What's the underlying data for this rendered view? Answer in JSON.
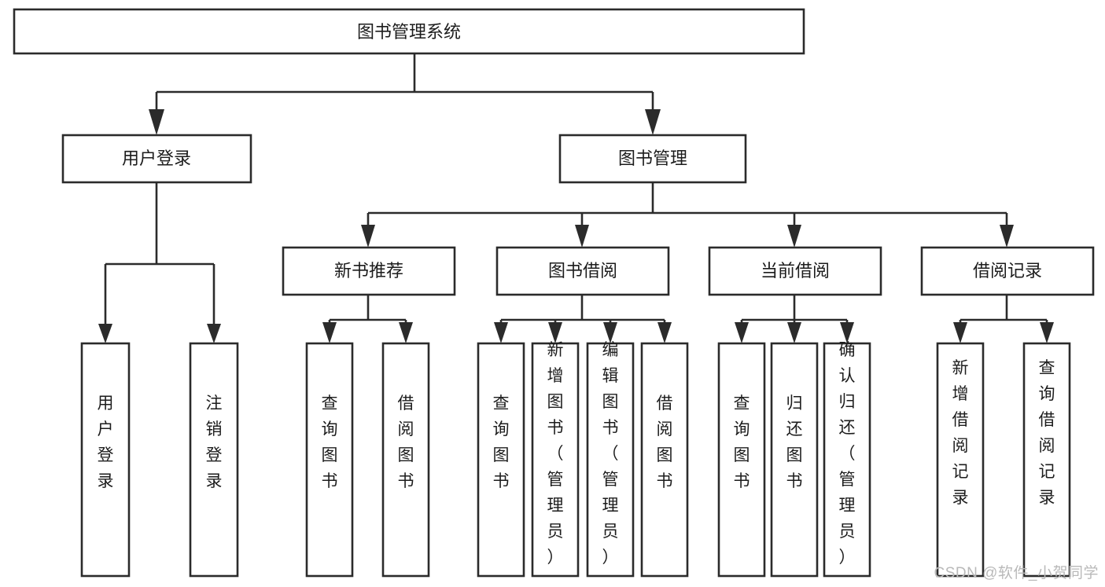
{
  "diagram": {
    "type": "hierarchy-tree",
    "title": "图书管理系统",
    "root": {
      "id": "root",
      "label": "图书管理系统"
    },
    "level2": [
      {
        "id": "user-login",
        "label": "用户登录"
      },
      {
        "id": "book-manage",
        "label": "图书管理"
      }
    ],
    "level3": [
      {
        "id": "new-book-recommend",
        "label": "新书推荐",
        "parent": "book-manage"
      },
      {
        "id": "book-borrow",
        "label": "图书借阅",
        "parent": "book-manage"
      },
      {
        "id": "current-borrow",
        "label": "当前借阅",
        "parent": "book-manage"
      },
      {
        "id": "borrow-record",
        "label": "借阅记录",
        "parent": "book-manage"
      }
    ],
    "leaves": [
      {
        "id": "leaf-user-login",
        "label": "用户登录",
        "parent": "user-login"
      },
      {
        "id": "leaf-user-logout",
        "label": "注销登录",
        "parent": "user-login"
      },
      {
        "id": "leaf-query-book-1",
        "label": "查询图书",
        "parent": "new-book-recommend"
      },
      {
        "id": "leaf-borrow-book-1",
        "label": "借阅图书",
        "parent": "new-book-recommend"
      },
      {
        "id": "leaf-query-book-2",
        "label": "查询图书",
        "parent": "book-borrow"
      },
      {
        "id": "leaf-add-book",
        "label": "新增图书（管理员）",
        "parent": "book-borrow"
      },
      {
        "id": "leaf-edit-book",
        "label": "编辑图书（管理员）",
        "parent": "book-borrow"
      },
      {
        "id": "leaf-borrow-book-2",
        "label": "借阅图书",
        "parent": "book-borrow"
      },
      {
        "id": "leaf-query-book-3",
        "label": "查询图书",
        "parent": "current-borrow"
      },
      {
        "id": "leaf-return-book",
        "label": "归还图书",
        "parent": "current-borrow"
      },
      {
        "id": "leaf-confirm-return",
        "label": "确认归还（管理员）",
        "parent": "current-borrow"
      },
      {
        "id": "leaf-add-record",
        "label": "新增借阅记录",
        "parent": "borrow-record"
      },
      {
        "id": "leaf-query-record",
        "label": "查询借阅记录",
        "parent": "borrow-record"
      }
    ]
  },
  "watermark": {
    "text": "CSDN @软件_小贺同学"
  },
  "colors": {
    "stroke": "#2b2b2b",
    "box_fill": "#ffffff",
    "text": "#1c1c1c",
    "watermark": "#b9b9b9",
    "background": "#ffffff"
  }
}
